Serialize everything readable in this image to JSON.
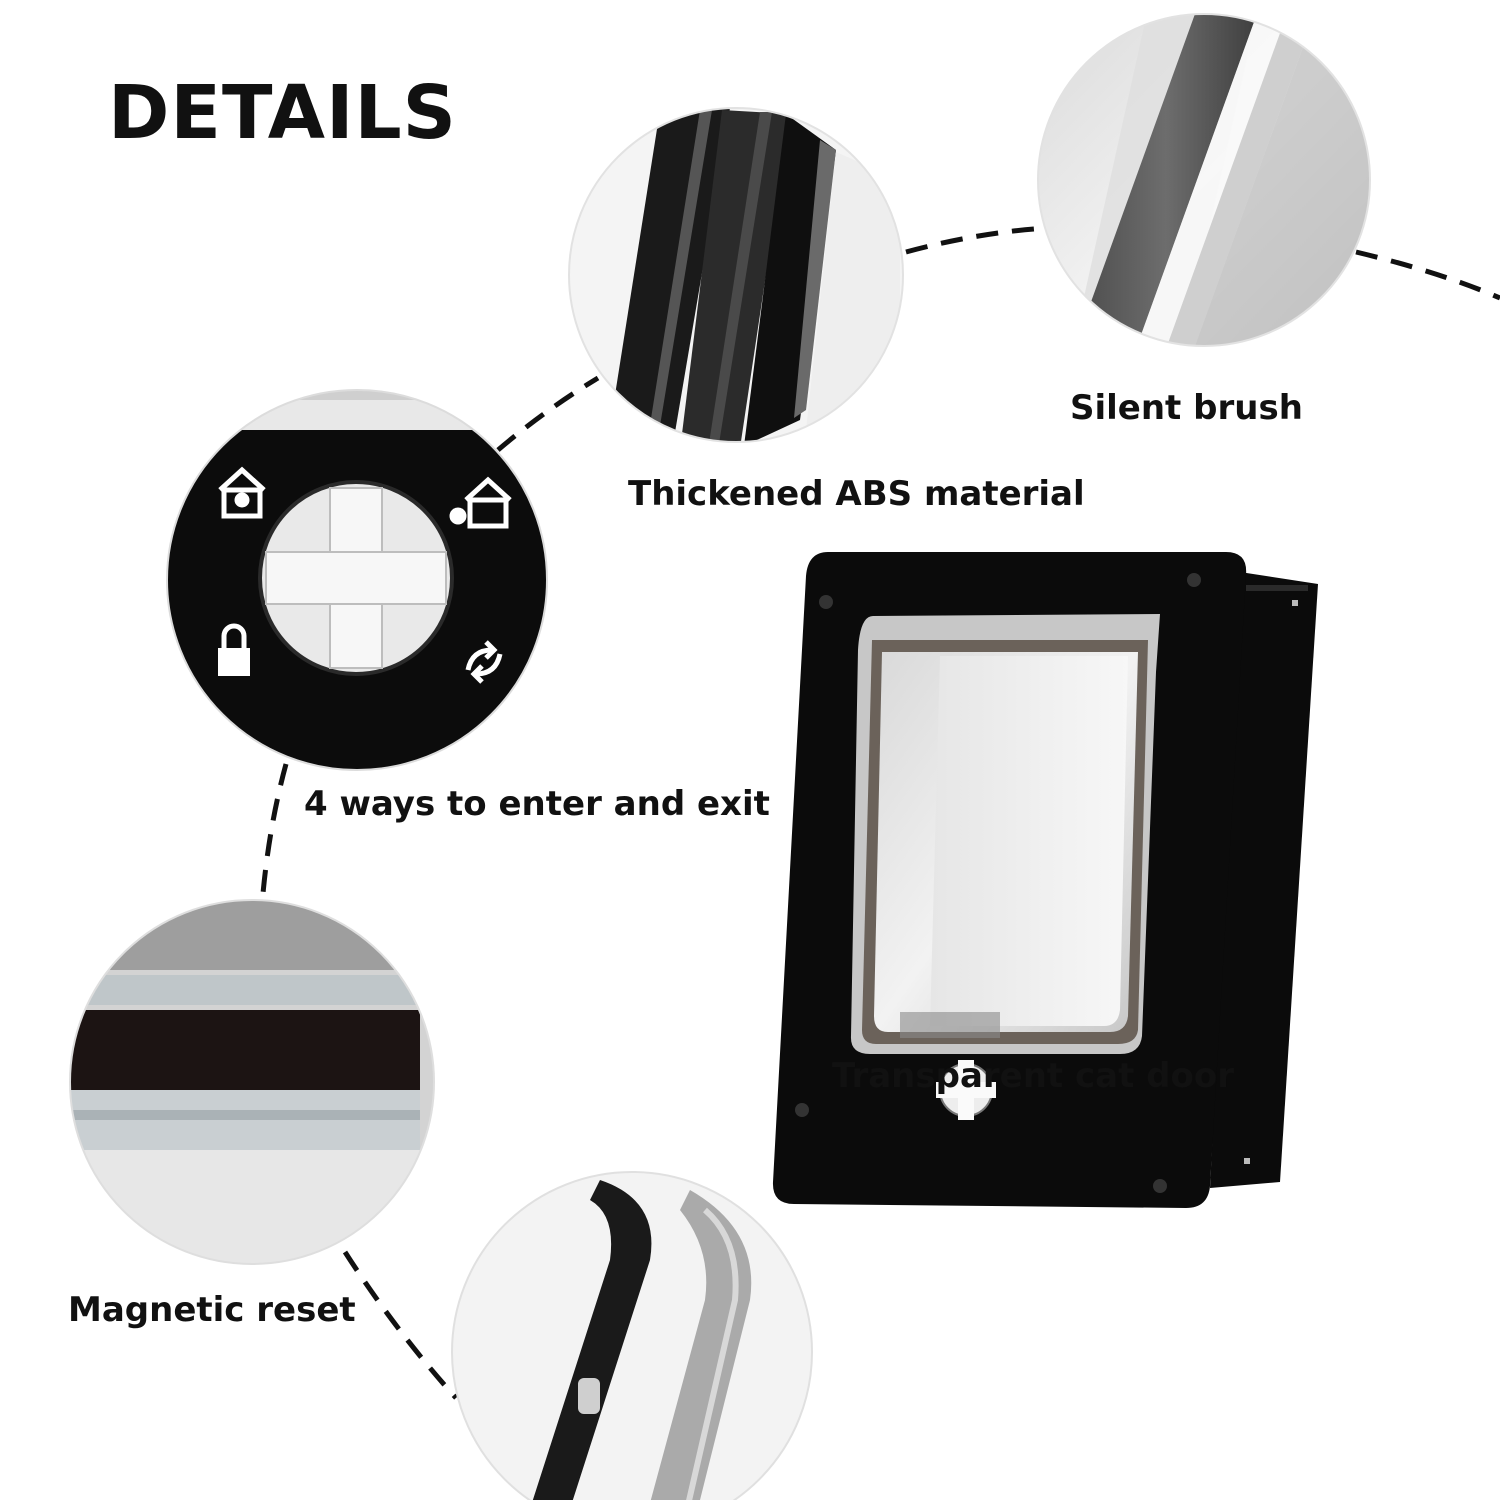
{
  "page": {
    "title": "DETAILS"
  },
  "features": [
    {
      "id": "abs",
      "label": "Thickened ABS material"
    },
    {
      "id": "brush",
      "label": "Silent brush"
    },
    {
      "id": "ways",
      "label": "4 ways to enter and exit"
    },
    {
      "id": "magnet",
      "label": "Magnetic reset"
    },
    {
      "id": "transparent",
      "label": "Transparent cat door"
    }
  ],
  "colors": {
    "accent": "#111111",
    "frame": "#0b0b0b",
    "background": "#ffffff"
  },
  "icons": [
    "cat-in-house-icon",
    "cat-out-house-icon",
    "padlock-icon",
    "rotate-arrows-icon"
  ]
}
